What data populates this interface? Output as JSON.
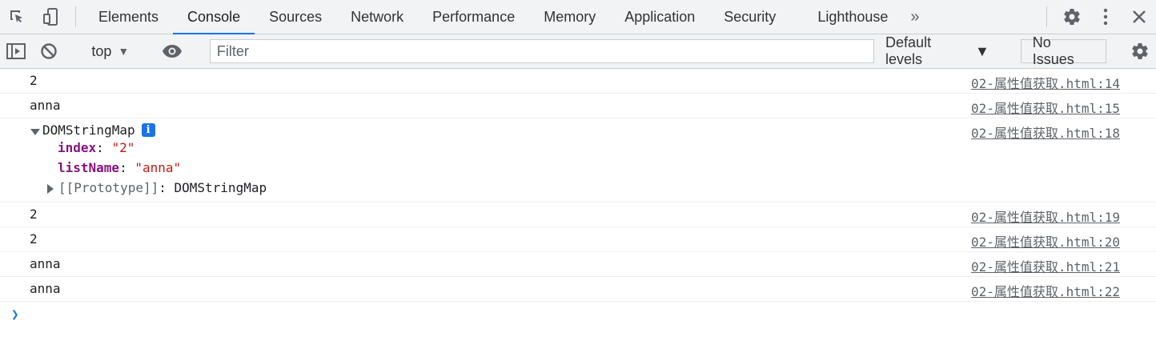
{
  "tabs": [
    "Elements",
    "Console",
    "Sources",
    "Network",
    "Performance",
    "Memory",
    "Application",
    "Security",
    "Lighthouse"
  ],
  "more_tabs_glyph": "»",
  "console_toolbar": {
    "context": "top",
    "filter_placeholder": "Filter",
    "levels": "Default levels",
    "issues": "No Issues"
  },
  "logs": [
    {
      "value": "2",
      "source": "02-属性值获取.html:14"
    },
    {
      "value": "anna",
      "source": "02-属性值获取.html:15"
    }
  ],
  "object_log": {
    "title": "DOMStringMap",
    "source": "02-属性值获取.html:18",
    "props": [
      {
        "key": "index",
        "value": "\"2\""
      },
      {
        "key": "listName",
        "value": "\"anna\""
      }
    ],
    "prototype_key": "[[Prototype]]",
    "prototype_value": "DOMStringMap"
  },
  "logs_after": [
    {
      "value": "2",
      "source": "02-属性值获取.html:19"
    },
    {
      "value": "2",
      "source": "02-属性值获取.html:20"
    },
    {
      "value": "anna",
      "source": "02-属性值获取.html:21"
    },
    {
      "value": "anna",
      "source": "02-属性值获取.html:22"
    }
  ],
  "colors": {
    "accent": "#1a73e8",
    "key": "#881280",
    "string": "#c41a16"
  }
}
